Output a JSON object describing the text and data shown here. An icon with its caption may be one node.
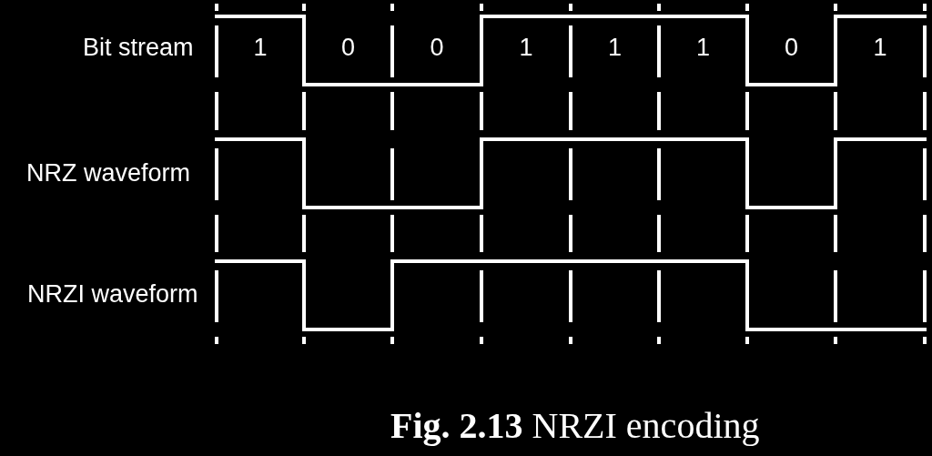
{
  "diagram": {
    "caption": "**Fig. 2.13** NRZI encoding",
    "labels": [
      "Bit stream",
      "1",
      "0",
      "0",
      "1",
      "1",
      "1",
      "0",
      "1",
      "NRZ waveform",
      "NRZI waveform"
    ]
  }
}
